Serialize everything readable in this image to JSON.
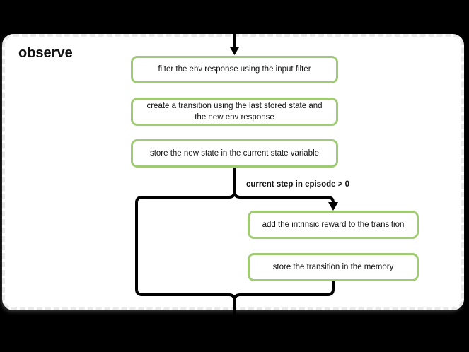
{
  "diagram": {
    "title": "observe",
    "nodes": [
      {
        "label": "filter the env response using the input filter"
      },
      {
        "label": "create a transition using the last stored state and the new env response"
      },
      {
        "label": "store the new state in the current state variable"
      },
      {
        "label": "add the intrinsic reward to the transition"
      },
      {
        "label": "store the transition in the memory"
      }
    ],
    "condition_label": "current step in episode > 0",
    "colors": {
      "background": "#000000",
      "panel_background": "#ffffff",
      "panel_border": "#e9e9e9",
      "node_border": "#a0cb74",
      "connector": "#000000",
      "text": "#111111"
    }
  }
}
